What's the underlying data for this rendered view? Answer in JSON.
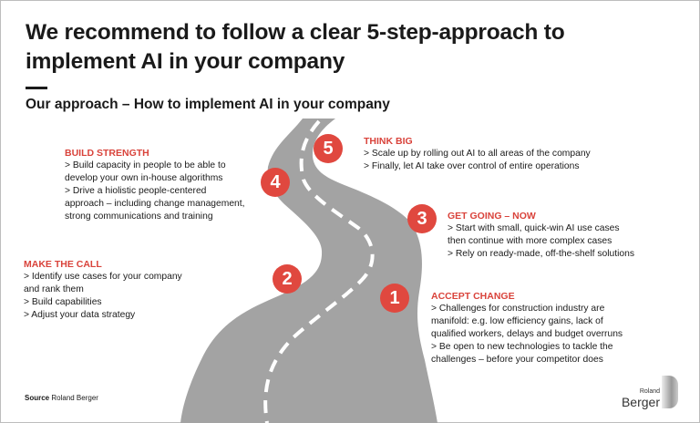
{
  "title": "We recommend to follow a clear 5-step-approach to implement AI in your company",
  "subtitle": "Our approach – How to implement AI in your company",
  "colors": {
    "accent": "#e0483f",
    "road": "#a3a3a3"
  },
  "steps": [
    {
      "number": "1",
      "heading": "ACCEPT CHANGE",
      "lines": [
        "> Challenges for construction industry are",
        "manifold: e.g. low efficiency gains, lack of",
        "qualified workers, delays and budget overruns",
        "> Be open to new technologies to tackle the",
        "challenges – before your competitor does"
      ]
    },
    {
      "number": "2",
      "heading": "MAKE THE CALL",
      "lines": [
        "> Identify use cases for your company",
        "and rank them",
        "> Build capabilities",
        "> Adjust your data strategy"
      ]
    },
    {
      "number": "3",
      "heading": "GET GOING – NOW",
      "lines": [
        "> Start with small, quick-win AI use cases",
        "then continue with more complex cases",
        "> Rely on ready-made, off-the-shelf solutions"
      ]
    },
    {
      "number": "4",
      "heading": "BUILD STRENGTH",
      "lines": [
        "> Build capacity in people to be able to",
        "develop your own in-house algorithms",
        "> Drive a hiolistic people-centered",
        "approach – including change management,",
        "strong communications and training"
      ]
    },
    {
      "number": "5",
      "heading": "THINK BIG",
      "lines": [
        "> Scale up by rolling out AI to all areas of the company",
        "> Finally, let AI take over control of entire operations"
      ]
    }
  ],
  "footer": {
    "source_label": "Source",
    "source_value": "Roland Berger"
  },
  "logo": {
    "top": "Roland",
    "bottom": "Berger"
  }
}
